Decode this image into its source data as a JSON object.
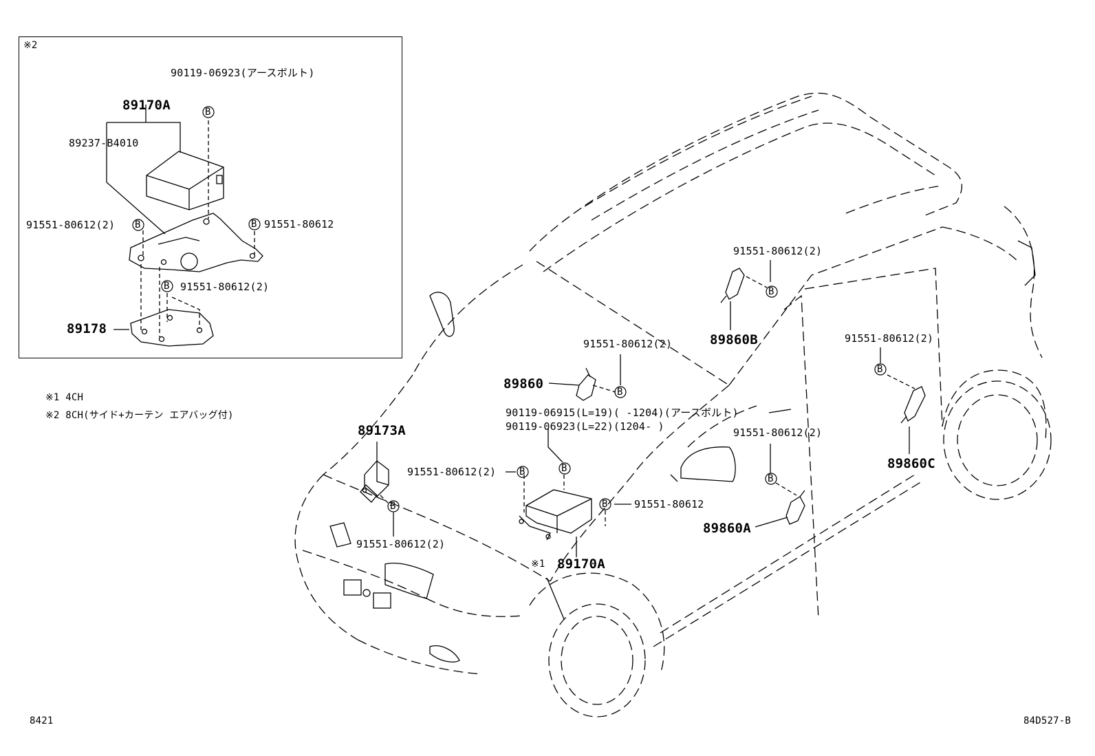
{
  "inset": {
    "marker": "※2",
    "earth_bolt": "90119-06923(アースボルト)",
    "unit": "89170A",
    "sub_part": "89237-B4010",
    "bolt_left": "91551-80612(2)",
    "bolt_right": "91551-80612",
    "bolt_lower": "91551-80612(2)",
    "bracket": "89178"
  },
  "notes": [
    "※1 4CH",
    "※2 8CH(サイド+カーテン エアバッグ付)"
  ],
  "main": {
    "front_sensor": "89173A",
    "front_sensor_bolt": "91551-80612(2)",
    "center_sensor": "89860",
    "center_sensor_bolt": "91551-80612(2)",
    "earth_bolt_1": "90119-06915(L=19)(     -1204)(アースボルト)",
    "earth_bolt_2": "90119-06923(L=22)(1204-     )",
    "ecu_bolt_left": "91551-80612(2)",
    "ecu_bolt_right": "91551-80612",
    "ecu_marker": "※1",
    "ecu": "89170A",
    "side_sensor_b_bolt": "91551-80612(2)",
    "side_sensor_b": "89860B",
    "side_sensor_a_bolt": "91551-80612(2)",
    "side_sensor_a": "89860A",
    "side_sensor_c_bolt": "91551-80612(2)",
    "side_sensor_c": "89860C"
  },
  "bolt_symbol": "B",
  "footer": {
    "left": "8421",
    "right": "84D527-B"
  }
}
